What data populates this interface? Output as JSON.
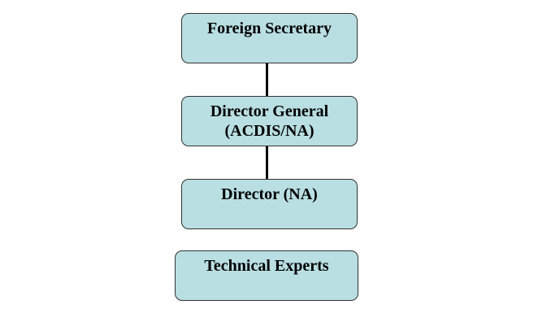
{
  "diagram": {
    "type": "org-chart",
    "colors": {
      "box_fill": "#b9dfe2",
      "box_border": "#333333",
      "connector": "#000000"
    },
    "nodes": [
      {
        "id": "foreign-secretary",
        "lines": [
          "Foreign Secretary"
        ]
      },
      {
        "id": "director-general",
        "lines": [
          "Director General",
          "(ACDIS/NA)"
        ]
      },
      {
        "id": "director-na",
        "lines": [
          "Director (NA)"
        ]
      },
      {
        "id": "technical-experts",
        "lines": [
          "Technical Experts"
        ]
      }
    ],
    "edges": [
      {
        "from": "foreign-secretary",
        "to": "director-general"
      },
      {
        "from": "director-general",
        "to": "director-na"
      }
    ]
  }
}
